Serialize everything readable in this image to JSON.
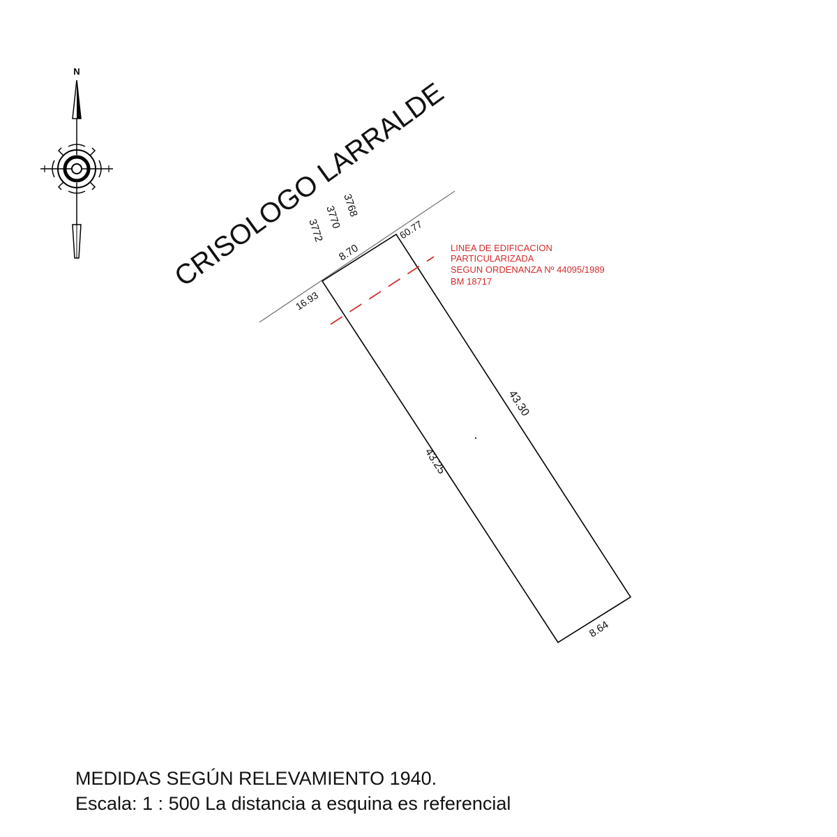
{
  "compass": {
    "north_label": "N"
  },
  "street": {
    "name": "CRISOLOGO LARRALDE"
  },
  "door_numbers": [
    "3772",
    "3770",
    "3768"
  ],
  "dimensions": {
    "front": "8.70",
    "corner_distance_left": "16.93",
    "corner_distance_right": "60.77",
    "side_right": "43.30",
    "side_left": "43.25",
    "back": "8.64"
  },
  "building_line": {
    "lines": [
      "LINEA DE EDIFICACION",
      "PARTICULARIZADA",
      "SEGUN ORDENANZA Nº 44095/1989",
      "BM 18717"
    ]
  },
  "colors": {
    "annotation_red": "#d42a2a",
    "line": "#000000",
    "street_line": "#777777"
  },
  "footer": {
    "measures_note": "MEDIDAS SEGÚN RELEVAMIENTO 1940.",
    "scale_note": "Escala: 1 : 500 La distancia a esquina es referencial"
  }
}
